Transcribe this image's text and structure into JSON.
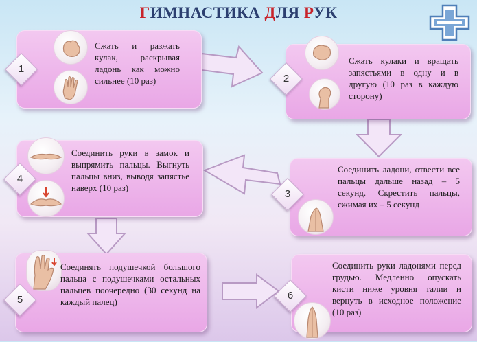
{
  "title": {
    "part1_red": "Г",
    "part1_rest": "ИМНАСТИКА ",
    "part2_red": "Д",
    "part2_rest": "ЛЯ ",
    "part3_red": "Р",
    "part3_rest": "УК"
  },
  "steps": [
    {
      "number": "1",
      "text": "Сжать и разжать кулак, раскрывая ладонь как можно сильнее (10 раз)",
      "icons": [
        "fist-icon",
        "open-hand-icon"
      ]
    },
    {
      "number": "2",
      "text": "Сжать кулаки и вращать запястьями в одну и в другую (10 раз в каждую сторону)",
      "icons": [
        "fist-icon",
        "raised-fist-icon"
      ]
    },
    {
      "number": "3",
      "text": "Соединить ладони, отвести все пальцы дальше назад – 5 секунд. Скрестить пальцы, сжимая их – 5 секунд",
      "icons": [
        "joined-palms-icon"
      ]
    },
    {
      "number": "4",
      "text": "Соединить руки в замок и выпрямить пальцы. Выгнуть пальцы вниз, выводя запястье наверх (10 раз)",
      "icons": [
        "interlocked-hands-icon",
        "wrist-up-icon"
      ]
    },
    {
      "number": "5",
      "text": "Соединять подушечкой большого пальца с подушечками остальных пальцев поочередно (30 секунд на каждый палец)",
      "icons": [
        "finger-touch-icon"
      ]
    },
    {
      "number": "6",
      "text": "Соединить руки ладонями перед грудью. Медленно опускать кисти ниже уровня талии и вернуть в исходное положение (10 раз)",
      "icons": [
        "prayer-hands-icon"
      ]
    }
  ],
  "colors": {
    "card": "#eaa9e7",
    "title_blue": "#2c3f70",
    "title_red": "#c8242b",
    "arrow_fill": "#f3e6f8",
    "arrow_stroke": "#b89ac4"
  }
}
